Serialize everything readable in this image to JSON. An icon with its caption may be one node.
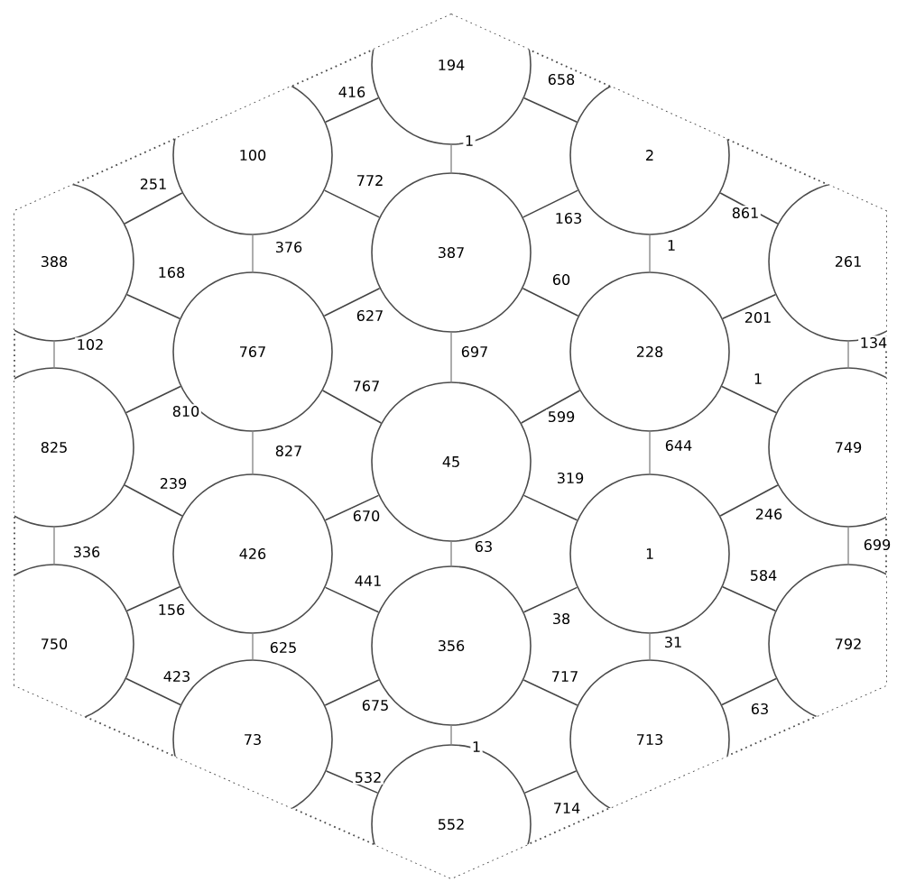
{
  "diagram": {
    "nodes": [
      {
        "text": [
          "194"
        ]
      },
      {
        "text": [
          "100"
        ]
      },
      {
        "text": [
          "2"
        ]
      },
      {
        "text": [
          "387"
        ]
      },
      {
        "text": [
          "388"
        ]
      },
      {
        "text": [
          "261"
        ]
      },
      {
        "text": [
          "767"
        ]
      },
      {
        "text": [
          "228"
        ]
      },
      {
        "text": [
          "825"
        ]
      },
      {
        "text": [
          "45"
        ]
      },
      {
        "text": [
          "749"
        ]
      },
      {
        "text": [
          "426"
        ]
      },
      {
        "text": [
          "1"
        ]
      },
      {
        "text": [
          "750"
        ]
      },
      {
        "text": [
          "356"
        ]
      },
      {
        "text": [
          "792"
        ]
      },
      {
        "text": [
          "73"
        ]
      },
      {
        "text": [
          "713"
        ]
      },
      {
        "text": [
          "552"
        ]
      }
    ],
    "edges": [
      {
        "from": 0,
        "to": 3,
        "arrow": "none",
        "label": "1",
        "color": "#999999"
      },
      {
        "from": 1,
        "to": 6,
        "arrow": "none",
        "label": "376",
        "color": "#999999"
      },
      {
        "from": 2,
        "to": 7,
        "arrow": "none",
        "label": "1",
        "color": "#999999"
      },
      {
        "from": 4,
        "to": 8,
        "arrow": "none",
        "label": "102",
        "color": "#999999"
      },
      {
        "from": 3,
        "to": 9,
        "arrow": "none",
        "label": "697",
        "color": "#999999"
      },
      {
        "from": 7,
        "to": 12,
        "arrow": "none",
        "label": "644",
        "color": "#999999"
      },
      {
        "from": 5,
        "to": 10,
        "arrow": "none",
        "label": "134",
        "color": "#999999"
      },
      {
        "from": 6,
        "to": 11,
        "arrow": "none",
        "label": "827",
        "color": "#999999"
      },
      {
        "from": 8,
        "to": 13,
        "arrow": "none",
        "label": "336",
        "color": "#999999"
      },
      {
        "from": 9,
        "to": 14,
        "arrow": "none",
        "label": "63",
        "color": "#999999"
      },
      {
        "from": 12,
        "to": 17,
        "arrow": "none",
        "label": "31",
        "color": "#999999"
      },
      {
        "from": 10,
        "to": 15,
        "arrow": "none",
        "label": "699",
        "color": "#999999"
      },
      {
        "from": 11,
        "to": 16,
        "arrow": "none",
        "label": "625",
        "color": "#999999"
      },
      {
        "from": 14,
        "to": 18,
        "arrow": "none",
        "label": "1",
        "color": "#999999"
      },
      {
        "from": 1,
        "to": 0,
        "arrow": "none",
        "label": "416"
      },
      {
        "from": 0,
        "to": 2,
        "arrow": "none",
        "label": "658"
      },
      {
        "from": 4,
        "to": 1,
        "arrow": "none",
        "label": "251"
      },
      {
        "from": 1,
        "to": 3,
        "arrow": "none",
        "label": "772"
      },
      {
        "from": 3,
        "to": 2,
        "arrow": "none",
        "label": "163"
      },
      {
        "from": 2,
        "to": 5,
        "arrow": "none",
        "label": "861"
      },
      {
        "from": 4,
        "to": 6,
        "arrow": "none",
        "label": "168"
      },
      {
        "from": 6,
        "to": 3,
        "arrow": "none",
        "label": "627"
      },
      {
        "from": 3,
        "to": 7,
        "arrow": "none",
        "label": "60"
      },
      {
        "from": 7,
        "to": 5,
        "arrow": "none",
        "label": "201"
      },
      {
        "from": 8,
        "to": 6,
        "arrow": "none",
        "label": "810"
      },
      {
        "from": 6,
        "to": 9,
        "arrow": "none",
        "label": "767"
      },
      {
        "from": 9,
        "to": 7,
        "arrow": "none",
        "label": "599"
      },
      {
        "from": 7,
        "to": 10,
        "arrow": "none",
        "label": "1"
      },
      {
        "from": 8,
        "to": 11,
        "arrow": "none",
        "label": "239"
      },
      {
        "from": 11,
        "to": 9,
        "arrow": "none",
        "label": "670"
      },
      {
        "from": 9,
        "to": 12,
        "arrow": "none",
        "label": "319"
      },
      {
        "from": 12,
        "to": 10,
        "arrow": "none",
        "label": "246"
      },
      {
        "from": 13,
        "to": 11,
        "arrow": "none",
        "label": "156"
      },
      {
        "from": 11,
        "to": 14,
        "arrow": "none",
        "label": "441"
      },
      {
        "from": 14,
        "to": 12,
        "arrow": "none",
        "label": "38"
      },
      {
        "from": 12,
        "to": 15,
        "arrow": "none",
        "label": "584"
      },
      {
        "from": 13,
        "to": 16,
        "arrow": "none",
        "label": "423"
      },
      {
        "from": 16,
        "to": 14,
        "arrow": "none",
        "label": "675"
      },
      {
        "from": 14,
        "to": 17,
        "arrow": "none",
        "label": "717"
      },
      {
        "from": 17,
        "to": 15,
        "arrow": "none",
        "label": "63"
      },
      {
        "from": 16,
        "to": 18,
        "arrow": "none",
        "label": "532"
      },
      {
        "from": 18,
        "to": 17,
        "arrow": "none",
        "label": "714"
      }
    ]
  }
}
